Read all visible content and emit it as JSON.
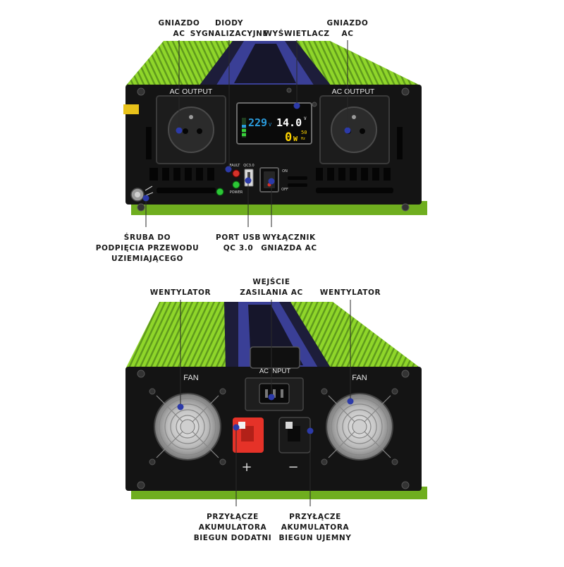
{
  "colors": {
    "housing_green": "#8fd62a",
    "green_dark": "#3f6e12",
    "panel_black": "#141414",
    "stripe_purple": "#3a3f96",
    "lcd_blue": "#2a9bdc",
    "lcd_yellow": "#ffd400",
    "positive_terminal": "#e53228",
    "marker_blue": "#2c3aa8"
  },
  "front": {
    "ac_output_left": "AC OUTPUT",
    "ac_output_right": "AC OUTPUT",
    "lcd_voltage": "229",
    "lcd_volt_unit": "V",
    "lcd_input": "14.0",
    "lcd_input_unit": "V",
    "lcd_watts": "0",
    "lcd_watts_unit": "W",
    "lcd_hz": "50",
    "lcd_hz_unit": "Hz",
    "fault": "FAULT",
    "power": "POWER",
    "qc": "QC3.0",
    "on": "ON",
    "off": "OFF"
  },
  "back": {
    "fan_left": "FAN",
    "fan_right": "FAN",
    "ac_input": "AC INPUT",
    "plus": "+",
    "minus": "−"
  },
  "labels": {
    "gniazdo_left": [
      "GNIAZDO",
      "AC"
    ],
    "diody": [
      "DIODY",
      "SYGNALIZACYJNE"
    ],
    "wyswietlacz": [
      "WYŚWIETLACZ"
    ],
    "gniazdo_right": [
      "GNIAZDO",
      "AC"
    ],
    "sruba": [
      "ŚRUBA DO",
      "PODPIĘCIA PRZEWODU",
      "UZIEMIAJĄCEGO"
    ],
    "usb": [
      "PORT USB",
      "QC 3.0"
    ],
    "wylacznik": [
      "WYŁĄCZNIK",
      "GNIAZDA AC"
    ],
    "wentylator_left": [
      "WENTYLATOR"
    ],
    "wejscie": [
      "WEJŚCIE",
      "ZASILANIA AC"
    ],
    "wentylator_right": [
      "WENTYLATOR"
    ],
    "plus_label": [
      "PRZYŁĄCZE",
      "AKUMULATORA",
      "BIEGUN DODATNI"
    ],
    "minus_label": [
      "PRZYŁĄCZE",
      "AKUMULATORA",
      "BIEGUN UJEMNY"
    ]
  }
}
